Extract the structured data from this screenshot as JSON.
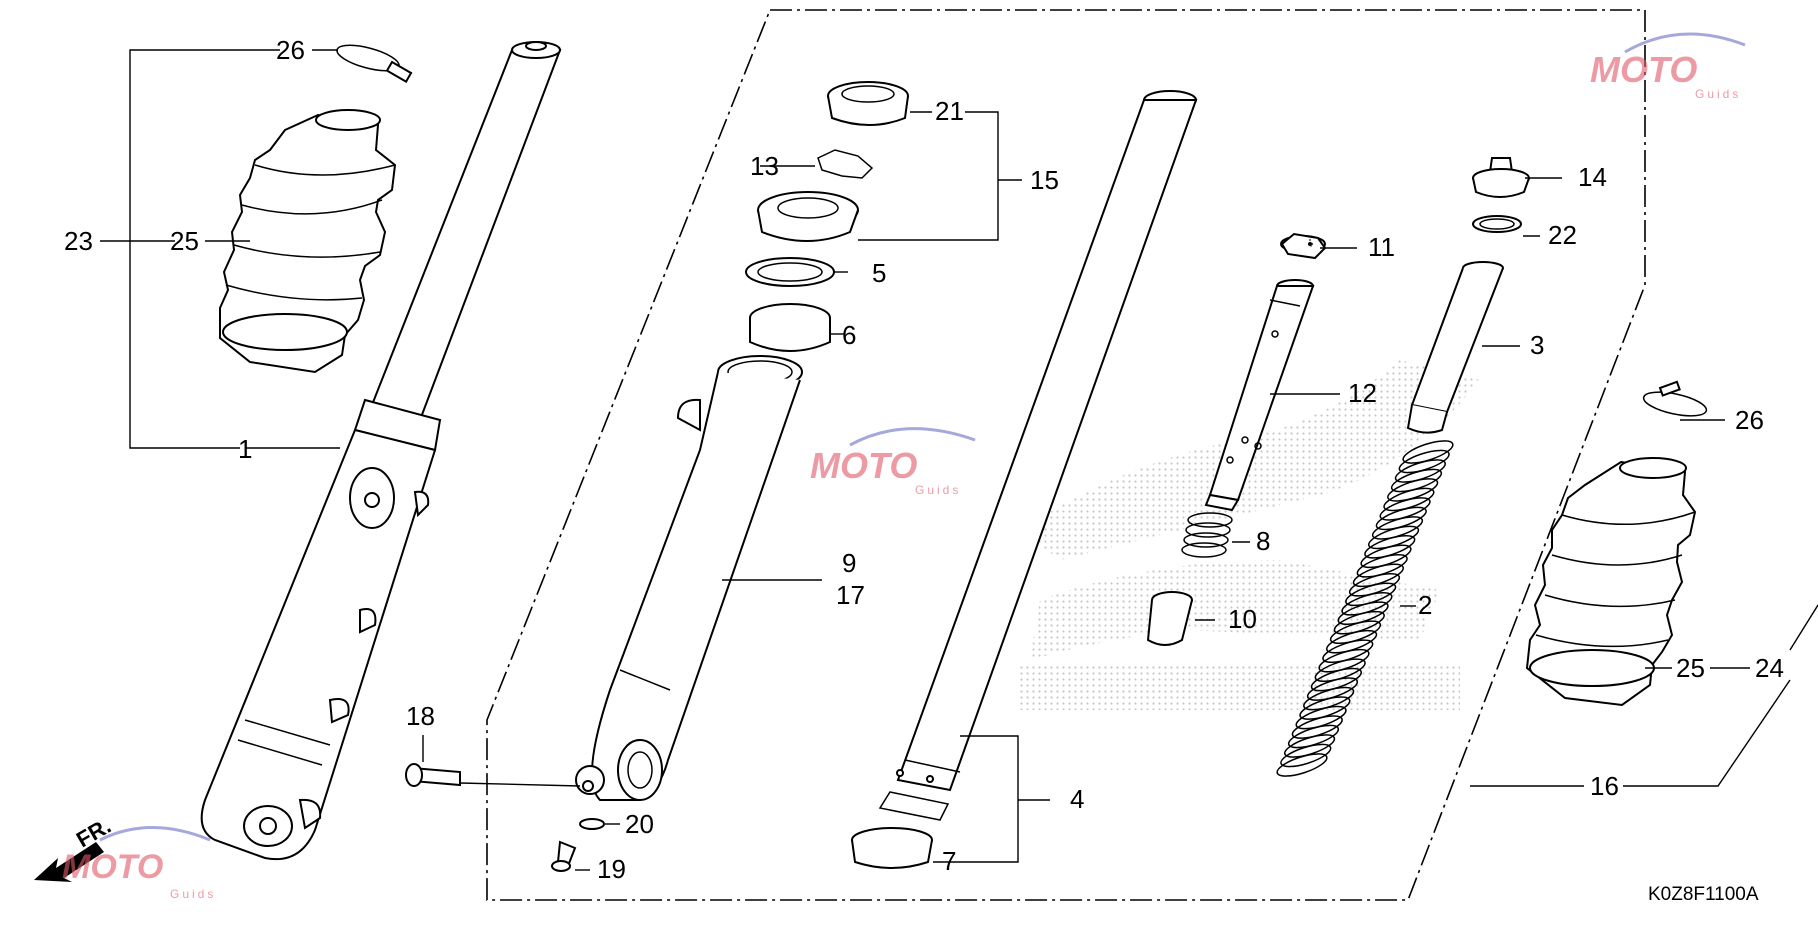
{
  "diagram": {
    "drawing_code": "K0Z8F1100A",
    "direction_label": "FR.",
    "callouts": [
      "1",
      "2",
      "3",
      "4",
      "5",
      "6",
      "7",
      "8",
      "9",
      "10",
      "11",
      "12",
      "13",
      "14",
      "15",
      "16",
      "17",
      "18",
      "19",
      "20",
      "21",
      "22",
      "23",
      "24",
      "25",
      "26"
    ],
    "watermark": {
      "brand": "MOTO",
      "sub": "Guids",
      "color": "#e05a6a",
      "accent": "#6b6fc4"
    }
  }
}
